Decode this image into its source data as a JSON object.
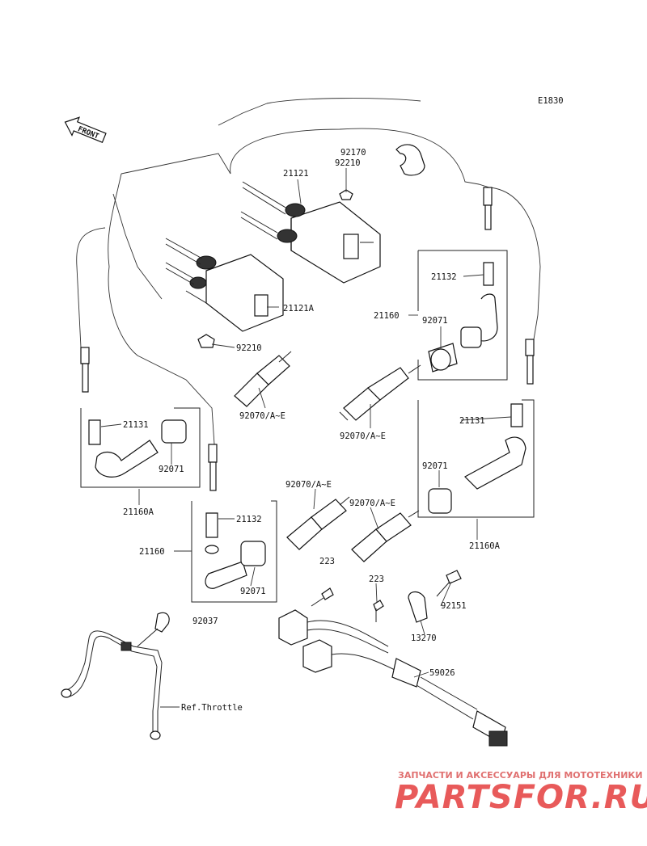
{
  "diagram_code": "E1830",
  "front_label": "FRONT",
  "labels": {
    "p21121": "21121",
    "p92170": "92170",
    "p92210_top": "92210",
    "p21121A": "21121A",
    "p92210_mid": "92210",
    "p21132_r": "21132",
    "p21160_r": "21160",
    "p92071_r": "92071",
    "p92070_r": "92070/A~E",
    "p92070_l": "92070/A~E",
    "p21131_l": "21131",
    "p92071_l": "92071",
    "p21160A_l": "21160A",
    "p21131_r": "21131",
    "p92071_r2": "92071",
    "p21160A_r": "21160A",
    "p92070_c1": "92070/A~E",
    "p92070_c2": "92070/A~E",
    "p223_a": "223",
    "p21132_l": "21132",
    "p21160_l": "21160",
    "p92071_l2": "92071",
    "p92037": "92037",
    "p223_b": "223",
    "p92151": "92151",
    "p13270": "13270",
    "p59026": "59026",
    "ref_throttle": "Ref.Throttle"
  },
  "watermark": {
    "tagline": "ЗАПЧАСТИ И АКСЕССУАРЫ ДЛЯ МОТОТЕХНИКИ",
    "brand": "PARTSFOR.RU"
  }
}
